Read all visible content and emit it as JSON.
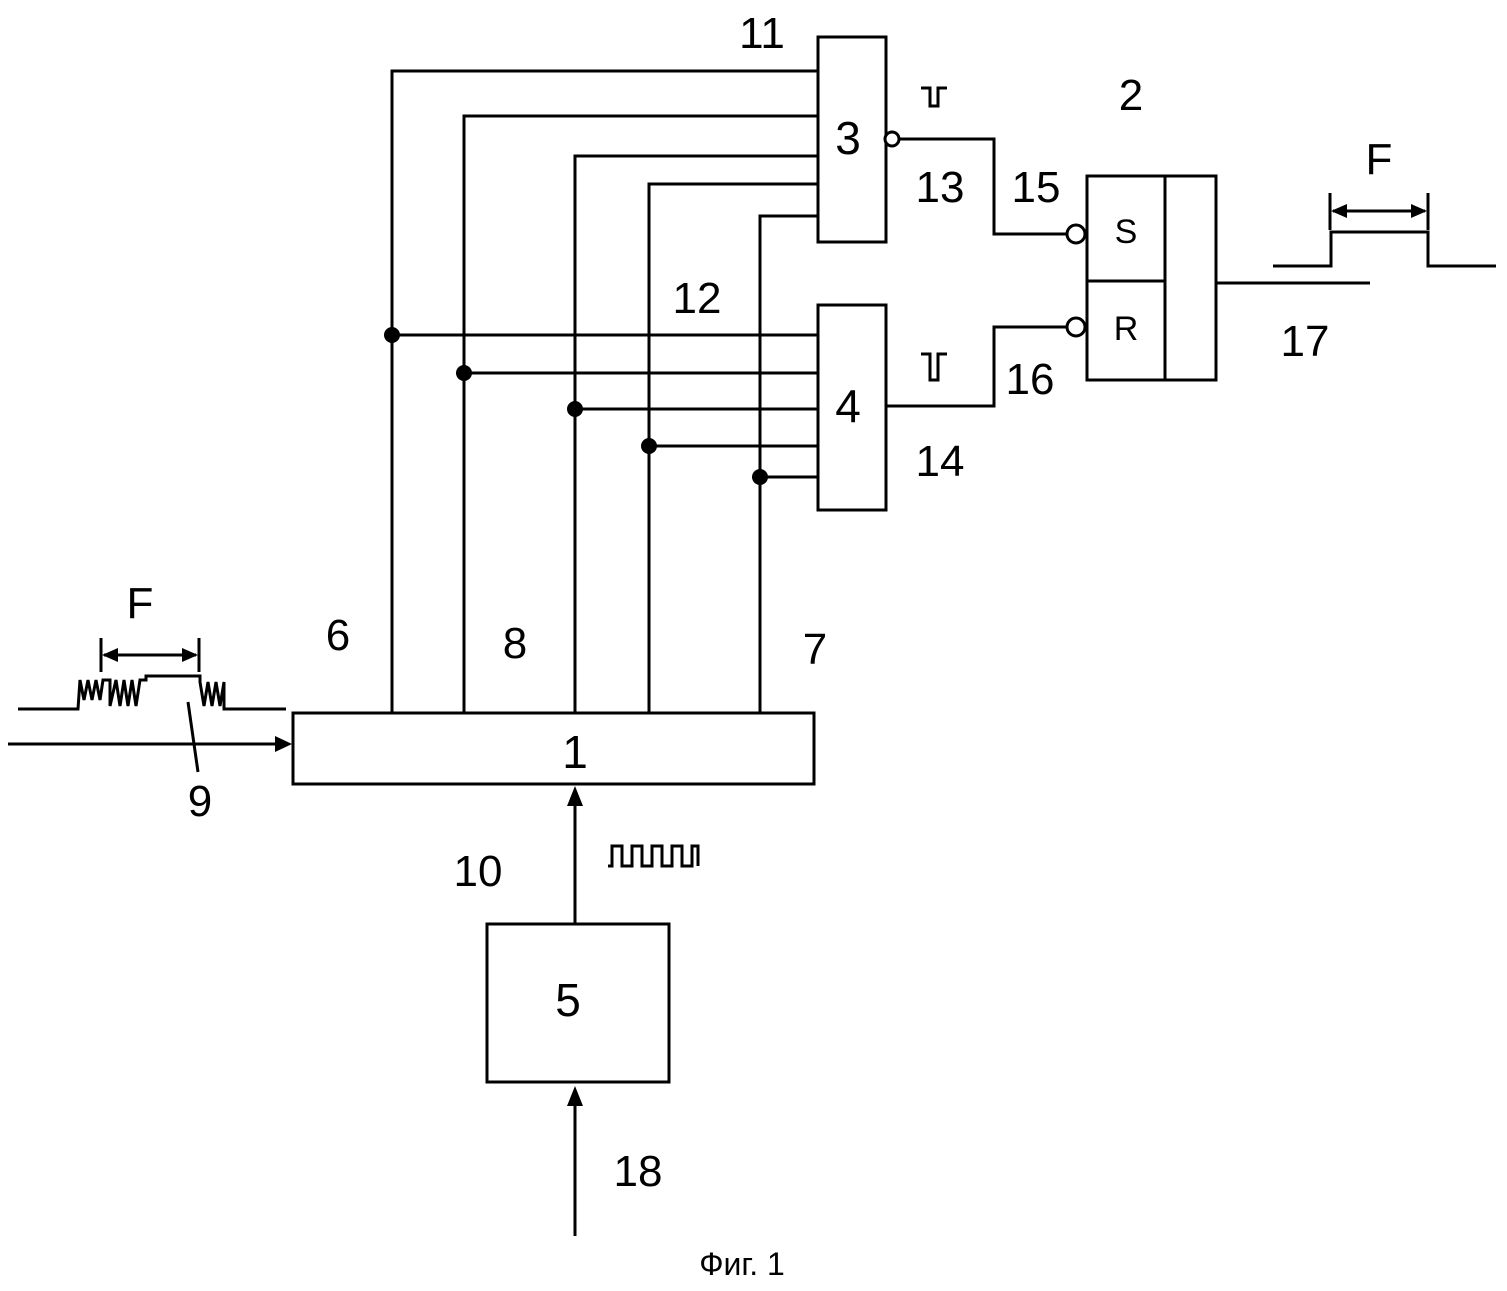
{
  "blocks": {
    "b1": "1",
    "b2": "2",
    "b3": "3",
    "b4": "4",
    "b5": "5"
  },
  "flipflop": {
    "s": "S",
    "r": "R"
  },
  "labels": {
    "n6": "6",
    "n7": "7",
    "n8": "8",
    "n9": "9",
    "n10": "10",
    "n11": "11",
    "n12": "12",
    "n13": "13",
    "n14": "14",
    "n15": "15",
    "n16": "16",
    "n17": "17",
    "n18": "18",
    "f_in": "F",
    "f_out": "F"
  },
  "caption": "Фиг. 1"
}
